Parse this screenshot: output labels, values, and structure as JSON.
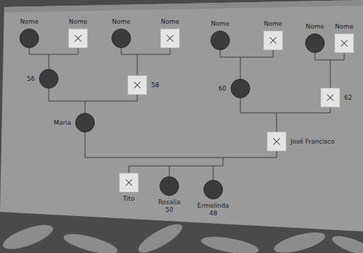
{
  "diagram": {
    "nodes": [
      {
        "text": [
          "Nome"
        ]
      },
      {
        "text": [
          "Nome"
        ]
      },
      {
        "text": [
          "Nome"
        ]
      },
      {
        "text": [
          "Nome"
        ]
      },
      {
        "text": [
          "Nome"
        ]
      },
      {
        "text": [
          "Nome"
        ]
      },
      {
        "text": [
          "Nome"
        ]
      },
      {
        "text": [
          "Nome"
        ]
      },
      {
        "text": [
          "56"
        ]
      },
      {
        "text": [
          "58"
        ]
      },
      {
        "text": [
          "60"
        ]
      },
      {
        "text": [
          "62"
        ]
      },
      {
        "text": [
          "Maria"
        ]
      },
      {
        "text": [
          "José Francisco"
        ]
      },
      {
        "text": [
          "Tito"
        ]
      },
      {
        "text": [
          "Rosalia",
          "50"
        ]
      },
      {
        "text": [
          "Ermelinda",
          "48"
        ]
      }
    ],
    "edges": [
      {
        "from": 0,
        "to": 1,
        "arrow": "none"
      },
      {
        "from": 2,
        "to": 3,
        "arrow": "none"
      },
      {
        "from": 4,
        "to": 5,
        "arrow": "none"
      },
      {
        "from": 6,
        "to": 7,
        "arrow": "none"
      },
      {
        "from": 8,
        "to": 9,
        "arrow": "none"
      },
      {
        "from": 10,
        "to": 11,
        "arrow": "none"
      },
      {
        "from": 12,
        "to": 13,
        "arrow": "none"
      }
    ]
  }
}
